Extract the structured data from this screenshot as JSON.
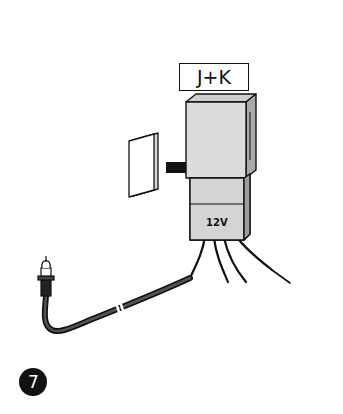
{
  "diagram": {
    "nodes": [
      {
        "text": [
          "J+K"
        ]
      }
    ],
    "labels": [
      "12V",
      "7"
    ]
  }
}
